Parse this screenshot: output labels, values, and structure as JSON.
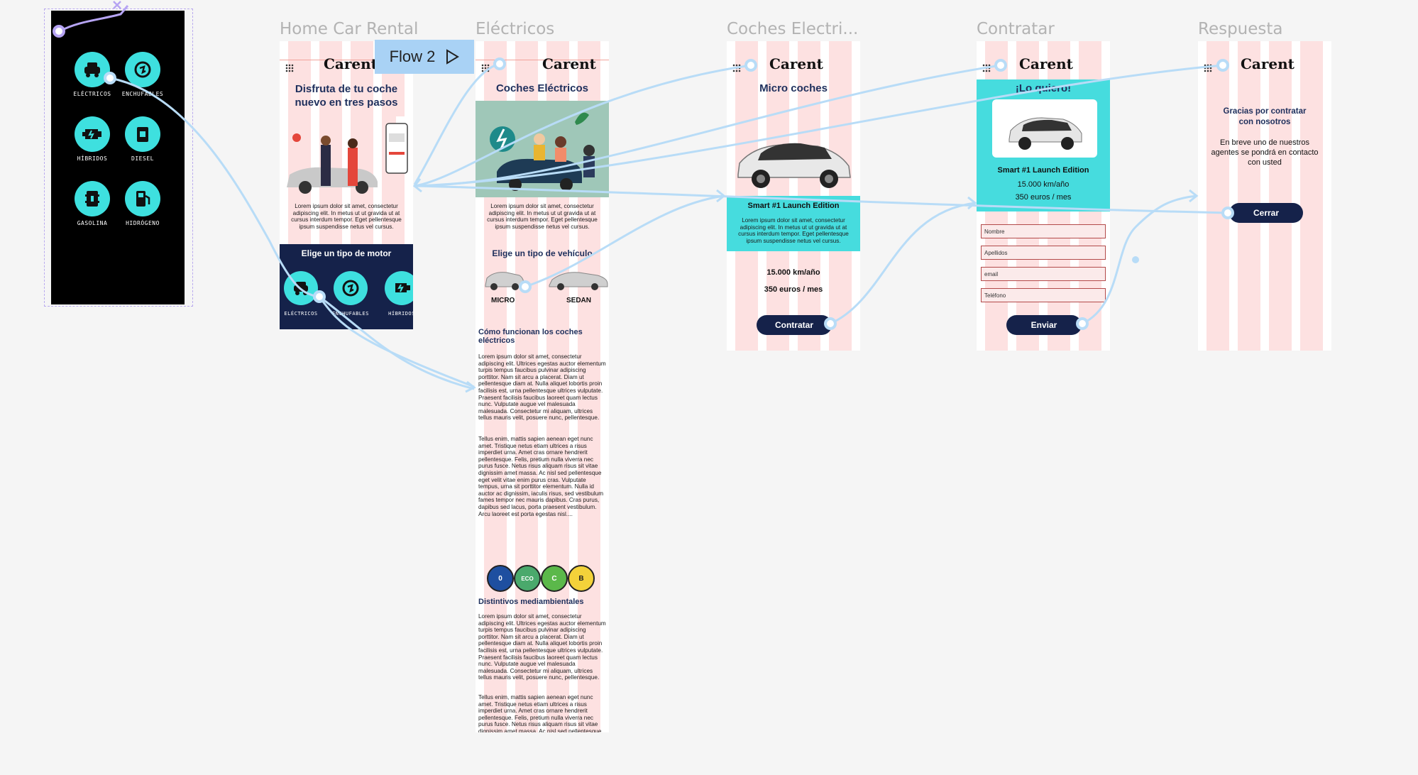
{
  "frames": {
    "home": {
      "title": "Home Car Rental",
      "brand": "Carent",
      "headline": "Disfruta de tu coche nuevo en tres pasos",
      "lorem": "Lorem ipsum dolor sit amet, consectetur adipiscing elit. In metus ut ut gravida ut at cursus interdum tempor. Eget pellentesque ipsum suspendisse netus vel cursus.",
      "engine_heading": "Elige un tipo de motor",
      "engine_items": [
        "ELÉCTRICOS",
        "ENCHUFABLES",
        "HÍBRIDOS"
      ]
    },
    "electricos": {
      "title": "Eléctricos",
      "brand": "Carent",
      "headline": "Coches Eléctricos",
      "lorem": "Lorem ipsum dolor sit amet, consectetur adipiscing elit. In metus ut ut gravida ut at cursus interdum tempor. Eget pellentesque ipsum suspendisse netus vel cursus.",
      "vehicle_heading": "Elige un tipo de vehículo",
      "vehicles": [
        "MICRO",
        "SEDAN"
      ],
      "how_heading": "Cómo funcionan los coches eléctricos",
      "para1": "Lorem ipsum dolor sit amet, consectetur adipiscing elit. Ultrices egestas auctor elementum turpis tempus faucibus pulvinar adipiscing porttitor. Nam sit arcu a placerat. Diam ut pellentesque diam at. Nulla aliquet lobortis proin facilisis est, urna pellentesque ultrices vulputate. Praesent facilisis faucibus laoreet quam lectus nunc. Vulputate augue vel malesuada malesuada. Consectetur mi aliquam, ultrices tellus mauris velit, posuere nunc, pellentesque.",
      "para2": "Tellus enim, mattis sapien aenean eget nunc amet. Tristique netus etiam ultrices a risus imperdiet urna. Amet cras ornare hendrerit pellentesque. Felis, pretium nulla viverra nec purus fusce. Netus risus aliquam risus sit vitae dignissim amet massa. Ac nisl sed pellentesque eget velit vitae enim purus cras. Vulputate tempus, urna sit porttitor elementum. Nulla id auctor ac dignissim, iaculis risus, sed vestibulum fames tempor nec mauris dapibus. Cras purus, dapibus sed lacus, porta praesent vestibulum. Arcu laoreet est porta egestas nisl....",
      "badges": [
        "0",
        "ECO",
        "C",
        "B"
      ],
      "badges_heading": "Distintivos mediambientales",
      "para3": "Lorem ipsum dolor sit amet, consectetur adipiscing elit. Ultrices egestas auctor elementum turpis tempus faucibus pulvinar adipiscing porttitor. Nam sit arcu a placerat. Diam ut pellentesque diam at. Nulla aliquet lobortis proin facilisis est, urna pellentesque ultrices vulputate. Praesent facilisis faucibus laoreet quam lectus nunc. Vulputate augue vel malesuada malesuada. Consectetur mi aliquam, ultrices tellus mauris velit, posuere nunc, pellentesque.",
      "para4": "Tellus enim, mattis sapien aenean eget nunc amet. Tristique netus etiam ultrices a risus imperdiet urna. Amet cras ornare hendrerit pellentesque. Felis, pretium nulla viverra nec purus fusce. Netus risus aliquam risus sit vitae dignissim amet massa. Ac nisl sed pellentesque"
    },
    "coches": {
      "title": "Coches Electri...",
      "brand": "Carent",
      "headline": "Micro coches",
      "car_name": "Smart #1 Launch Edition",
      "lorem": "Lorem ipsum dolor sit amet, consectetur adipiscing elit. In metus ut ut gravida ut at cursus interdum tempor. Eget pellentesque ipsum suspendisse netus vel cursus.",
      "km": "15.000 km/año",
      "price": "350 euros / mes",
      "cta": "Contratar"
    },
    "contratar": {
      "title": "Contratar",
      "brand": "Carent",
      "headline": "¡Lo quiero!",
      "car_name": "Smart #1 Launch Edition",
      "km": "15.000 km/año",
      "price": "350 euros / mes",
      "fields": [
        "Nombre",
        "Apellidos",
        "email",
        "Teléfono"
      ],
      "cta": "Enviar"
    },
    "respuesta": {
      "title": "Respuesta",
      "brand": "Carent",
      "thanks": "Gracias por contratar con nosotros",
      "message": "En breve uno de nuestros agentes se pondrá en contacto con usted",
      "cta": "Cerrar"
    }
  },
  "side_menu": {
    "items": [
      "ELÉCTRICOS",
      "ENCHUFABLES",
      "HÍBRIDOS",
      "DIESEL",
      "GASOLINA",
      "HIDRÓGENO"
    ]
  },
  "flow_label": "Flow 2",
  "colors": {
    "accent": "#3ee0df",
    "navy": "#15224a",
    "layout_grid": "#fde1e1",
    "connector": "#b8dcf7",
    "flow_bg": "#a9d2f5"
  }
}
